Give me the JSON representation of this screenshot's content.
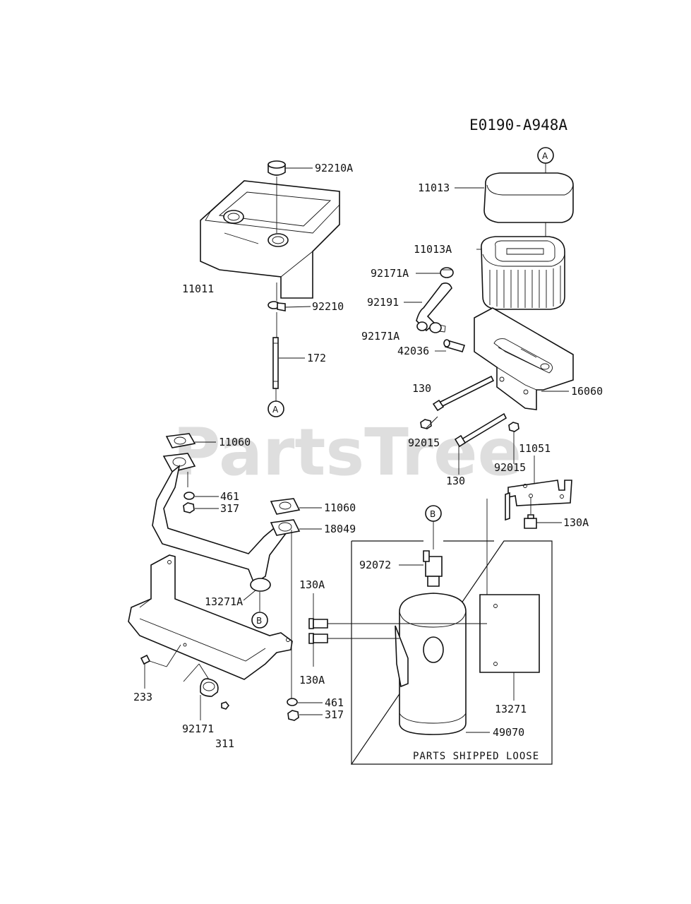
{
  "diagram_code": "E0190-A948A",
  "watermark": "PartsTree",
  "box_note": "PARTS SHIPPED LOOSE",
  "refs": {
    "a_top": "A",
    "a_bottom": "A",
    "b_left": "B",
    "b_right": "B"
  },
  "labels": {
    "p92210A": "92210A",
    "p11011": "11011",
    "p92210": "92210",
    "p172": "172",
    "p11013": "11013",
    "p11013A": "11013A",
    "p92171A_1": "92171A",
    "p92191": "92191",
    "p92171A_2": "92171A",
    "p42036": "42036",
    "p130_1": "130",
    "p16060": "16060",
    "p92015_1": "92015",
    "p130_2": "130",
    "p11051": "11051",
    "p92015_2": "92015",
    "p130A_1": "130A",
    "p11060_1": "11060",
    "p461_1": "461",
    "p317_1": "317",
    "p11060_2": "11060",
    "p18049": "18049",
    "p13271A": "13271A",
    "p130A_2": "130A",
    "p92072": "92072",
    "p130A_3": "130A",
    "p233": "233",
    "p92171": "92171",
    "p311": "311",
    "p461_2": "461",
    "p317_2": "317",
    "p13271": "13271",
    "p49070": "49070"
  }
}
